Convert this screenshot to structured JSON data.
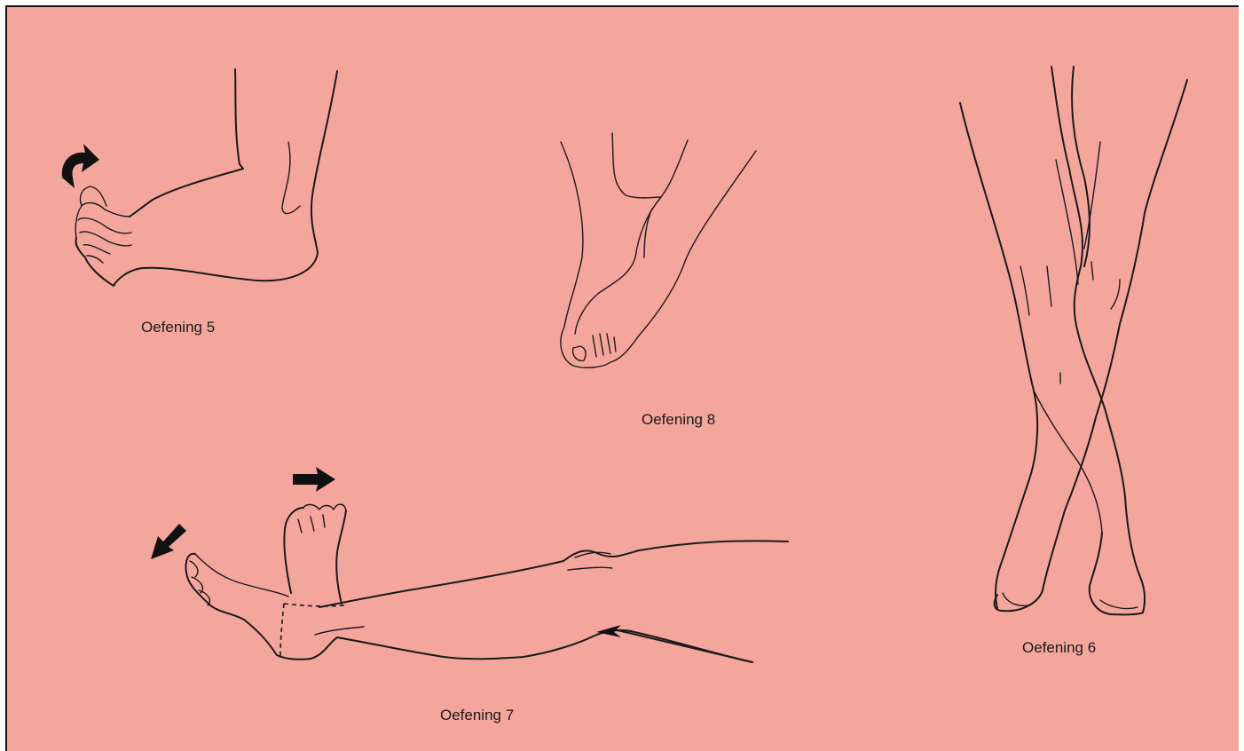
{
  "figures": [
    {
      "id": "ex5",
      "caption": "Oefening 5"
    },
    {
      "id": "ex8",
      "caption": "Oefening 8"
    },
    {
      "id": "ex6",
      "caption": "Oefening 6"
    },
    {
      "id": "ex7",
      "caption": "Oefening 7"
    }
  ],
  "colors": {
    "background": "#f5a69c",
    "ink": "#1a1a1a"
  }
}
